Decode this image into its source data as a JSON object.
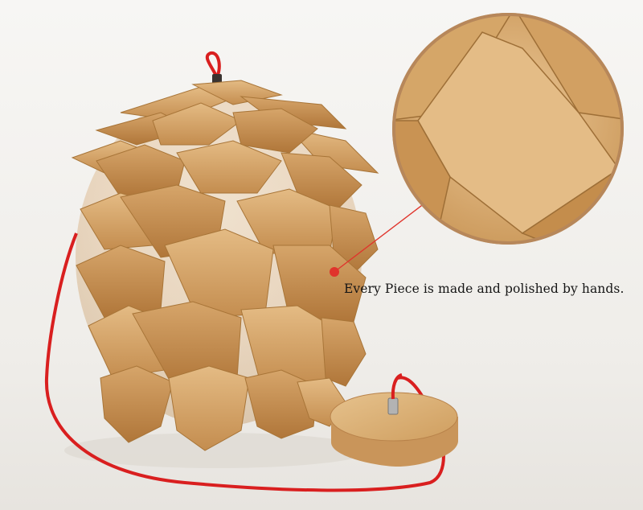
{
  "caption": "Every Piece is made and polished by hands.",
  "colors": {
    "background": "#f4f2ef",
    "wood_light": "#e2b983",
    "wood_mid": "#d09d63",
    "wood_dark": "#b98448",
    "cord": "#d91f1f",
    "pointer": "#e0342c"
  },
  "objects": [
    "pinecone-pendant-lamp",
    "red-power-cord",
    "wooden-ceiling-canopy",
    "magnified-detail-inset"
  ]
}
